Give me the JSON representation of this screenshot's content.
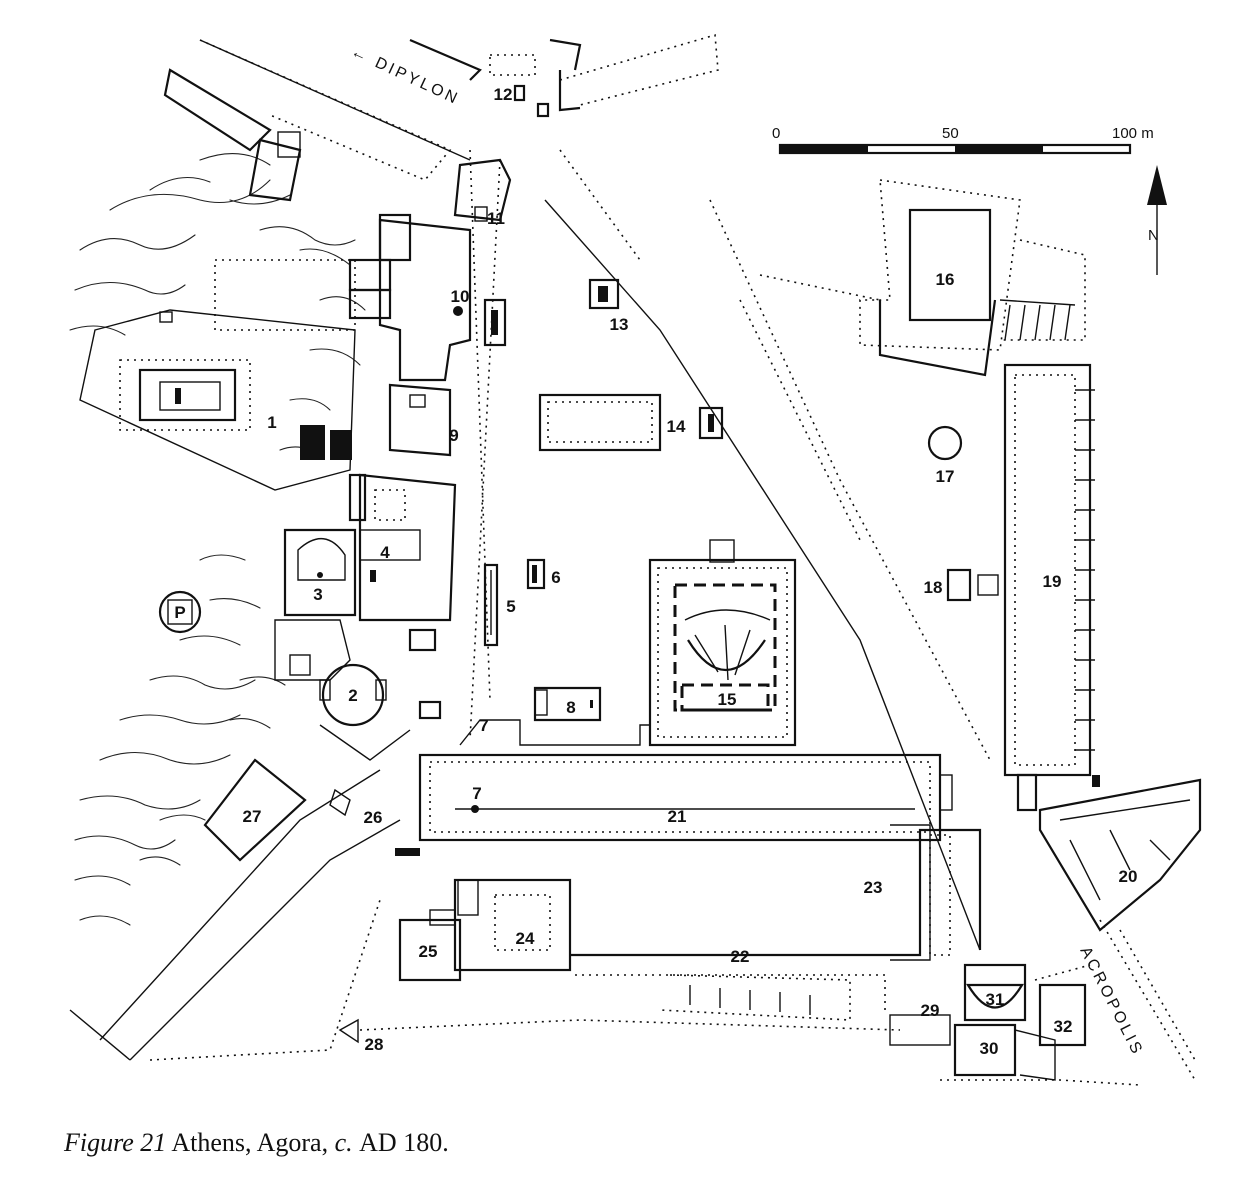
{
  "map": {
    "labels": {
      "dipylon": "← DIPYLON",
      "acropolis": "ACROPOLIS",
      "north": "N",
      "parking": "P"
    },
    "scale": {
      "ticks": [
        "0",
        "50",
        "100 m"
      ]
    },
    "buildings": [
      "1",
      "2",
      "3",
      "4",
      "5",
      "6",
      "7",
      "7",
      "8",
      "9",
      "10",
      "11",
      "12",
      "13",
      "14",
      "15",
      "16",
      "17",
      "18",
      "19",
      "20",
      "21",
      "22",
      "23",
      "24",
      "25",
      "26",
      "27",
      "28",
      "29",
      "30",
      "31",
      "32"
    ]
  },
  "caption": {
    "figure": "Figure 21",
    "text_before": "Athens, Agora,",
    "circa": "c.",
    "era": "AD",
    "year": "180."
  }
}
